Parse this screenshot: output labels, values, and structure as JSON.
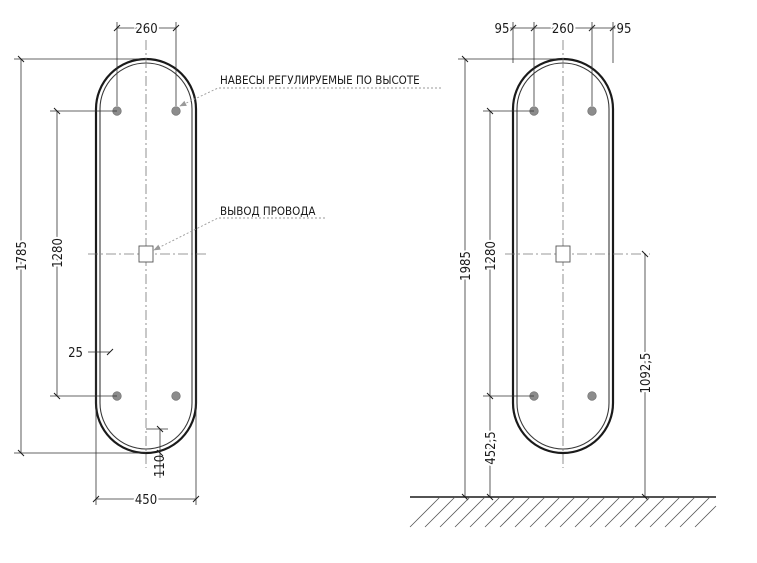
{
  "left_view": {
    "dim_top_width": "260",
    "dim_height": "1785",
    "dim_mount_spacing": "1280",
    "dim_side_offset": "25",
    "dim_bottom_offset": "110",
    "dim_bottom_width": "450",
    "note_hangers": "НАВЕСЫ РЕГУЛИРУЕМЫЕ ПО ВЫСОТЕ",
    "note_wire": "ВЫВОД ПРОВОДА"
  },
  "right_view": {
    "dim_left_offset": "95",
    "dim_mount_width": "260",
    "dim_right_offset": "95",
    "dim_total_height": "1985",
    "dim_mount_spacing": "1280",
    "dim_floor_to_mount": "452,5",
    "dim_floor_to_wire": "1092,5"
  },
  "colors": {
    "line": "#1a1a1a",
    "hole": "#8c8c8c",
    "leader": "#9a9a9a"
  }
}
